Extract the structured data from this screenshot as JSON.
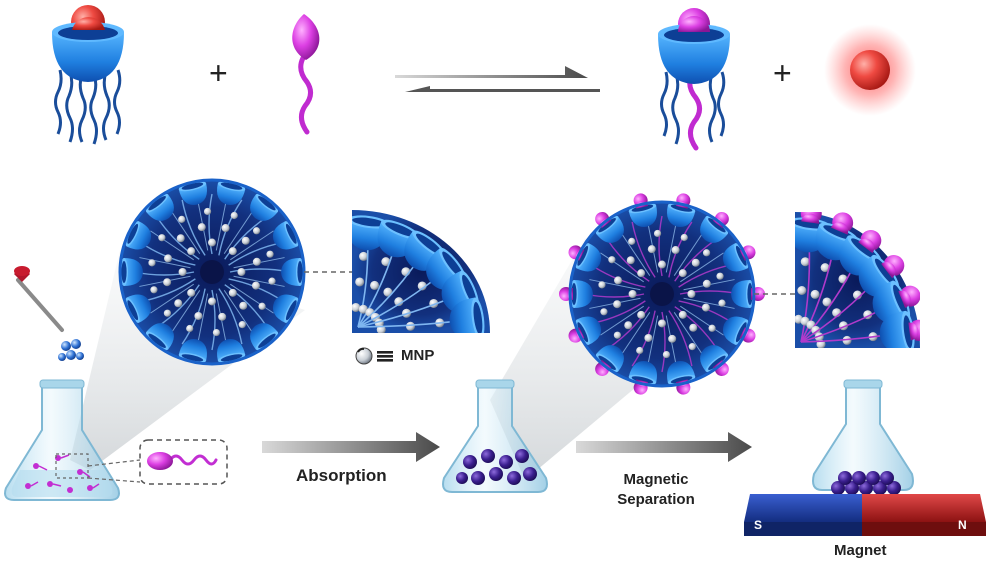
{
  "labels": {
    "mnp_legend": "MNP",
    "absorption": "Absorption",
    "magnetic_separation_line1": "Magnetic",
    "magnetic_separation_line2": "Separation",
    "magnet": "Magnet",
    "magnet_south": "S",
    "magnet_north": "N"
  },
  "colors": {
    "cup_blue": "#1f7fe0",
    "cup_dark": "#0b3f95",
    "guest_red": "#e8413c",
    "pollutant_magenta": "#d838e0",
    "arrow_gray": "#555555",
    "magnet_blue": "#1b3c9e",
    "magnet_red": "#b71c1c",
    "particle_purple": "#3b1f8f",
    "glass": "#bfe3f2"
  },
  "icons": {
    "host_guest_complex": "cup-with-sphere-icon",
    "pollutant_molecule": "teardrop-tail-icon",
    "equilibrium_arrows": "double-half-arrow-icon",
    "released_guest": "glowing-red-sphere-icon",
    "dropper": "pipette-icon",
    "flask": "erlenmeyer-flask-icon",
    "nanoparticle": "mnp-sphere-icon",
    "magnet": "bar-magnet-icon"
  }
}
